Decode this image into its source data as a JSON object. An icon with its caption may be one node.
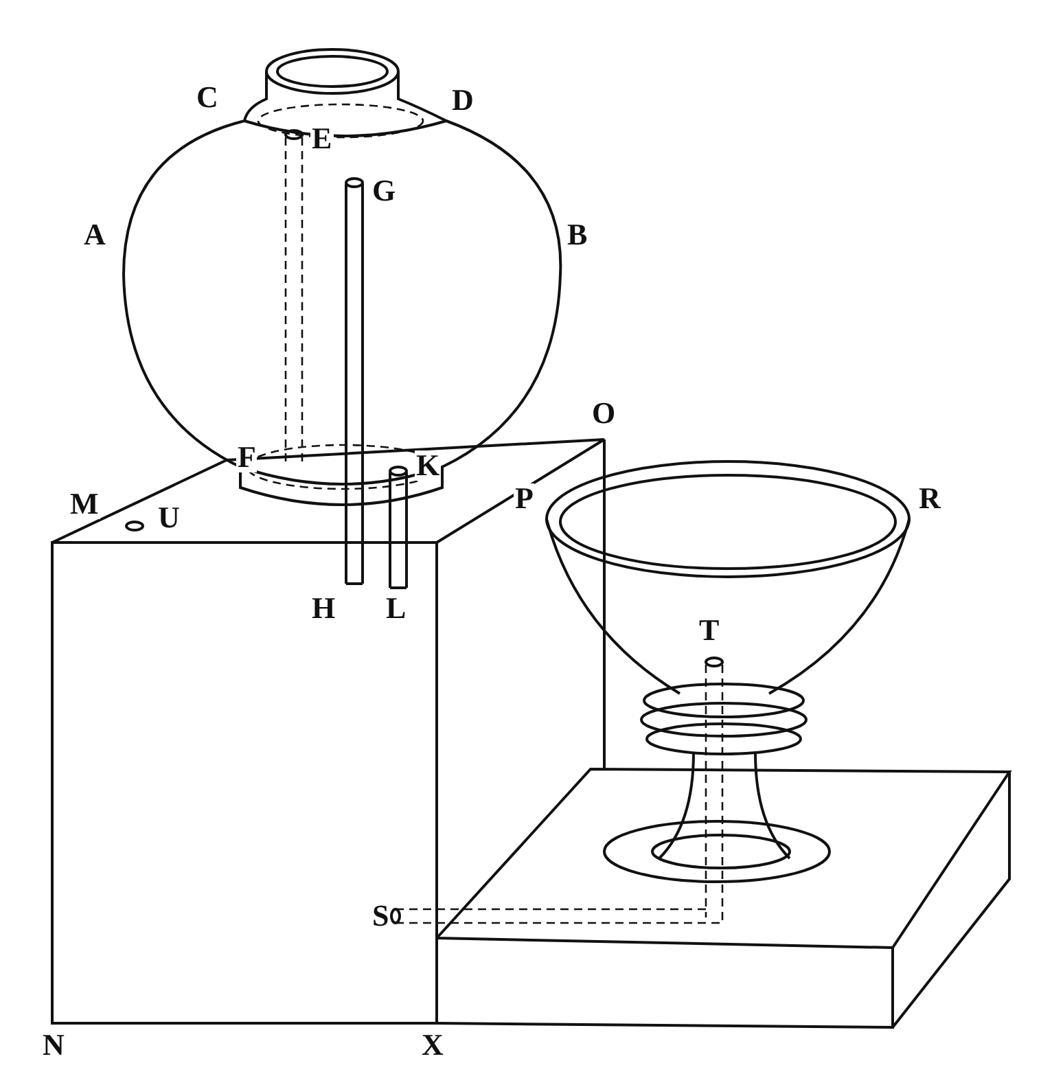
{
  "diagram": {
    "labels": [
      "C",
      "D",
      "E",
      "G",
      "A",
      "B",
      "O",
      "F",
      "K",
      "M",
      "U",
      "P",
      "R",
      "H",
      "L",
      "T",
      "S",
      "N",
      "X"
    ]
  }
}
